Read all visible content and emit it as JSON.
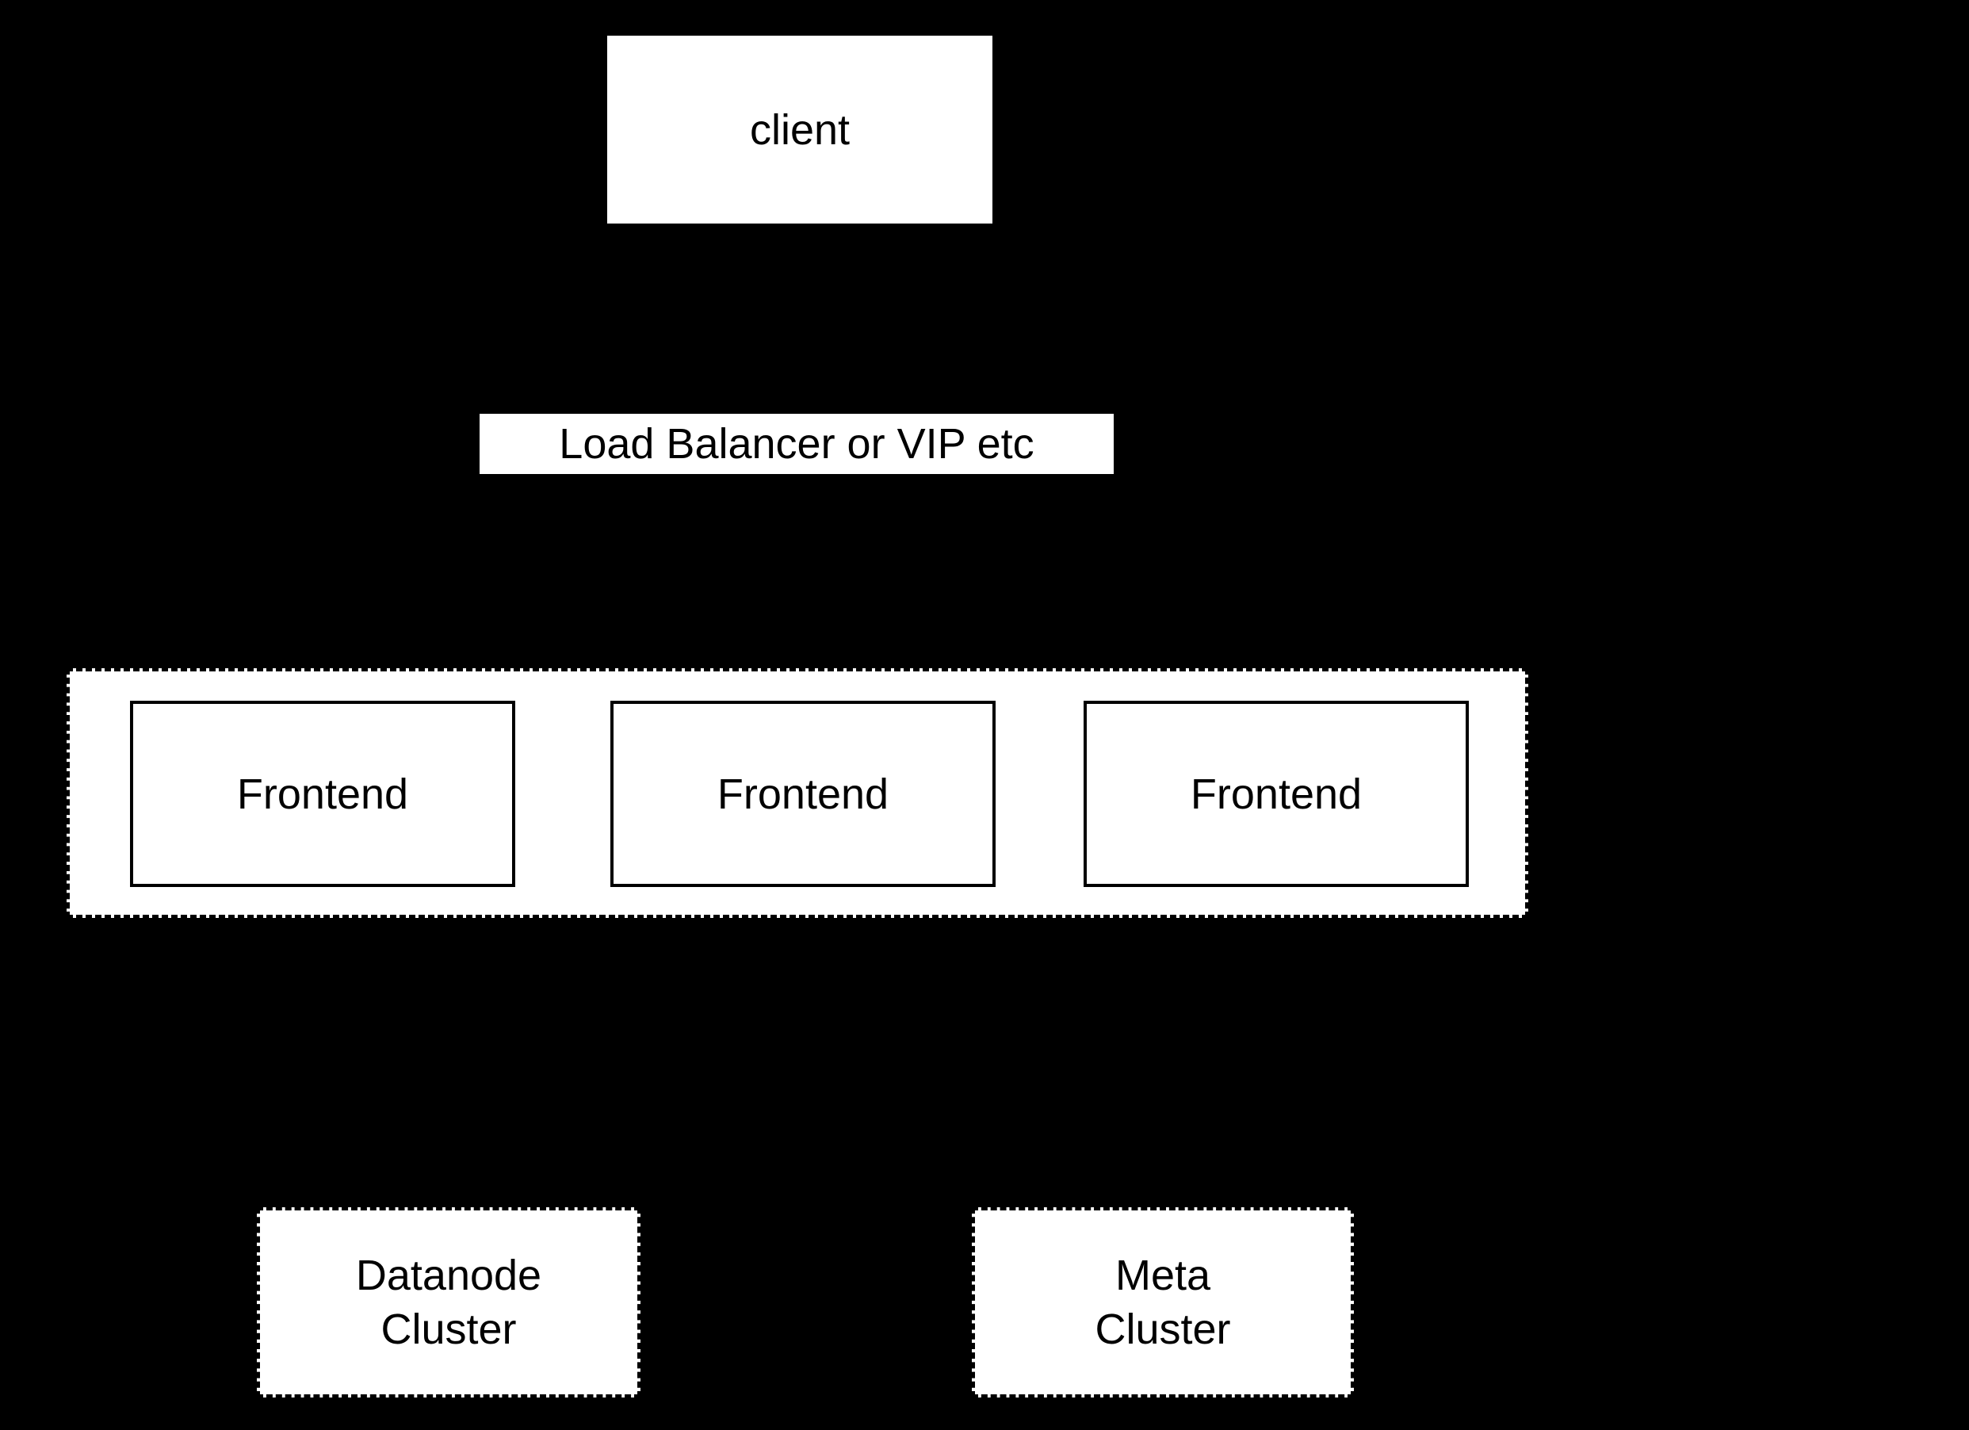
{
  "diagram": {
    "colors": {
      "background": "#000000",
      "node_fill": "#ffffff",
      "text": "#000000",
      "border": "#000000"
    },
    "client": {
      "label": "client"
    },
    "load_balancer": {
      "label": "Load Balancer or VIP etc"
    },
    "frontend_group": {
      "frontends": [
        {
          "label": "Frontend"
        },
        {
          "label": "Frontend"
        },
        {
          "label": "Frontend"
        }
      ]
    },
    "datanode_cluster": {
      "lines": [
        "Datanode",
        "Cluster"
      ]
    },
    "meta_cluster": {
      "lines": [
        "Meta",
        "Cluster"
      ]
    }
  }
}
